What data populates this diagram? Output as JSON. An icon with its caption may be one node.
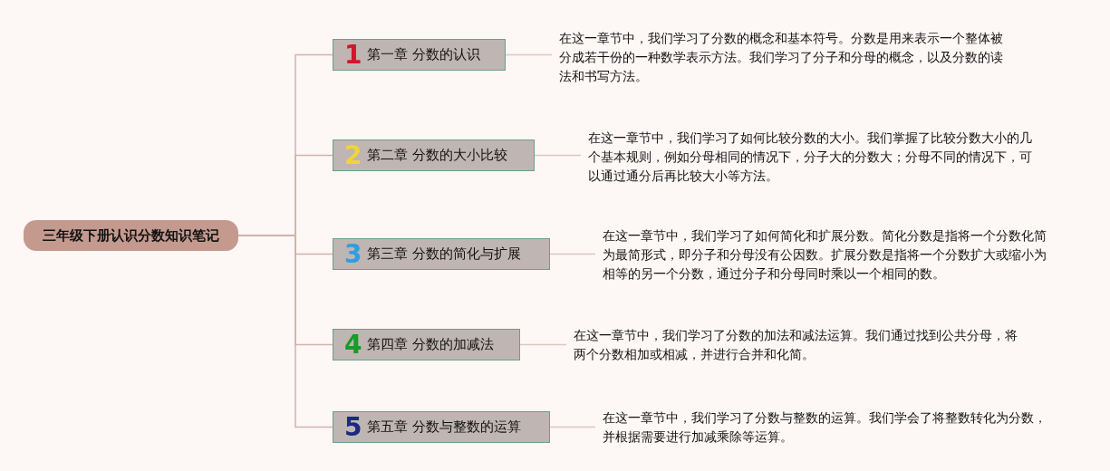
{
  "diagram": {
    "nodes": [
      {
        "text": [
          "三年级下册认识分数知识笔记"
        ]
      },
      {
        "text": [
          "1",
          "第一章 分数的认识"
        ]
      },
      {
        "text": [
          "2",
          "第二章 分数的大小比较"
        ]
      },
      {
        "text": [
          "3",
          "第三章 分数的简化与扩展"
        ]
      },
      {
        "text": [
          "4",
          "第四章 分数的加减法"
        ]
      },
      {
        "text": [
          "5",
          "第五章 分数与整数的运算"
        ]
      },
      {
        "text": [
          "在这一章节中，我们学习了分数的概念和基本符号。分数是用来表示一个整体被分成若干份的一种数学表示方法。我们学习了分子和分母的概念，以及分数的读法和书写方法。"
        ]
      },
      {
        "text": [
          "在这一章节中，我们学习了如何比较分数的大小。我们掌握了比较分数大小的几个基本规则，例如分母相同的情况下，分子大的分数大；分母不同的情况下，可以通过通分后再比较大小等方法。"
        ]
      },
      {
        "text": [
          "在这一章节中，我们学习了如何简化和扩展分数。简化分数是指将一个分数化简为最简形式，即分子和分母没有公因数。扩展分数是指将一个分数扩大或缩小为相等的另一个分数，通过分子和分母同时乘以一个相同的数。"
        ]
      },
      {
        "text": [
          "在这一章节中，我们学习了分数的加法和减法运算。我们通过找到公共分母，将两个分数相加或相减，并进行合并和化简。"
        ]
      },
      {
        "text": [
          "在这一章节中，我们学习了分数与整数的运算。我们学会了将整数转化为分数，并根据需要进行加减乘除等运算。"
        ]
      }
    ],
    "edges": [
      {
        "from": 0,
        "to": 1,
        "arrow": "none"
      },
      {
        "from": 0,
        "to": 2,
        "arrow": "none"
      },
      {
        "from": 0,
        "to": 3,
        "arrow": "none"
      },
      {
        "from": 0,
        "to": 4,
        "arrow": "none"
      },
      {
        "from": 0,
        "to": 5,
        "arrow": "none"
      },
      {
        "from": 1,
        "to": 6,
        "arrow": "none"
      },
      {
        "from": 2,
        "to": 7,
        "arrow": "none"
      },
      {
        "from": 3,
        "to": 8,
        "arrow": "none"
      },
      {
        "from": 4,
        "to": 9,
        "arrow": "none"
      },
      {
        "from": 5,
        "to": 10,
        "arrow": "none"
      }
    ]
  }
}
